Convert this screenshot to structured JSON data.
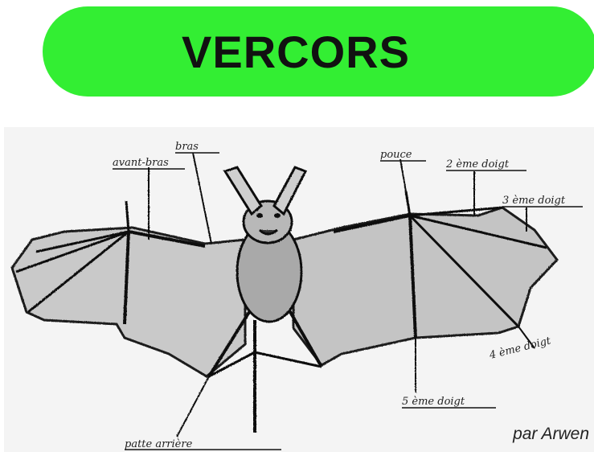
{
  "header": {
    "title": "VERCORS",
    "banner_color": "#33ee33"
  },
  "drawing": {
    "labels": {
      "label_1": "avant-bras",
      "label_2": "bras",
      "label_3": "pouce",
      "label_4": "2 ème doigt",
      "label_5": "3 ème doigt",
      "label_6": "4 ème doigt",
      "label_7": "5 ème doigt",
      "label_8": "patte arrière"
    }
  },
  "footer": {
    "credit": "par Arwen"
  }
}
